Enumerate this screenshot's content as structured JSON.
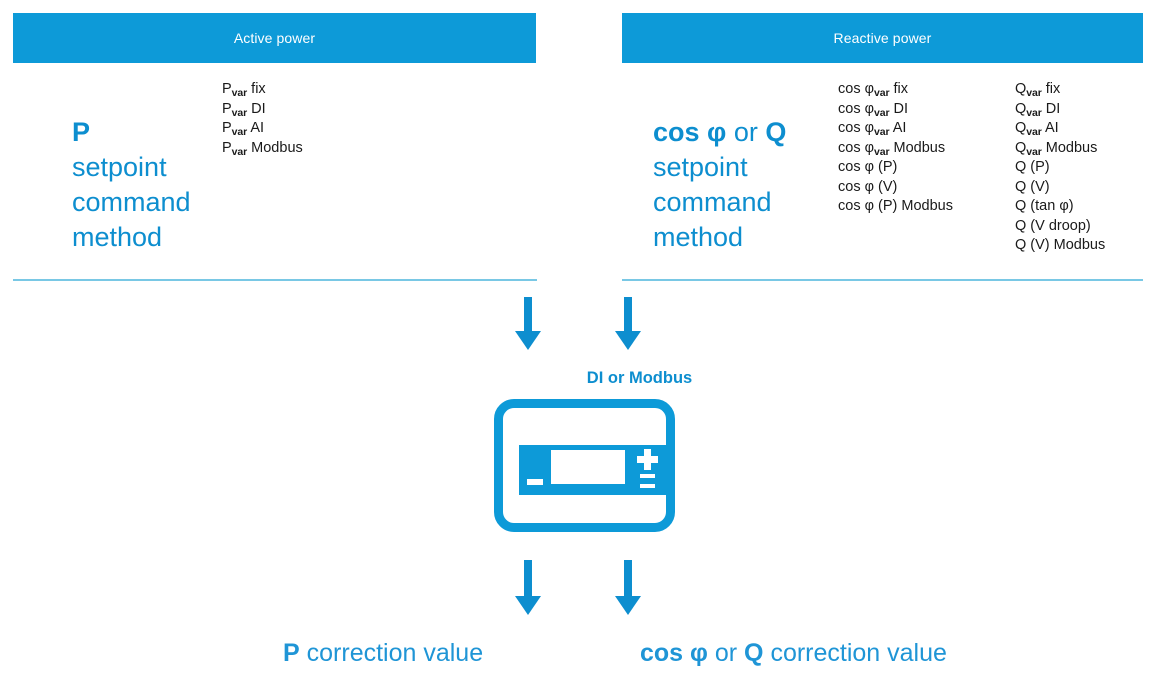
{
  "colors": {
    "header_bar": "#0d9ad8",
    "title_blue": "#0d8ecf",
    "divider_blue": "#79c8e5",
    "result_blue": "#1f95d6",
    "list_text": "#1a1a1a"
  },
  "panels": {
    "active": {
      "header": "Active power",
      "title_prefix": "P",
      "title_rest": "\nsetpoint\ncommand\nmethod",
      "options": [
        {
          "base": "P",
          "sub": "var",
          "suffix": " fix"
        },
        {
          "base": "P",
          "sub": "var",
          "suffix": " DI"
        },
        {
          "base": "P",
          "sub": "var",
          "suffix": " AI"
        },
        {
          "base": "P",
          "sub": "var",
          "suffix": " Modbus"
        }
      ]
    },
    "reactive": {
      "header": "Reactive power",
      "title_prefix_a": "cos φ",
      "title_mid": " or ",
      "title_prefix_b": "Q",
      "title_rest": "\nsetpoint\ncommand\nmethod",
      "options_cosphi": [
        {
          "base": "cos φ",
          "sub": "var",
          "suffix": " fix"
        },
        {
          "base": "cos φ",
          "sub": "var",
          "suffix": " DI"
        },
        {
          "base": "cos φ",
          "sub": "var",
          "suffix": " AI"
        },
        {
          "base": "cos φ",
          "sub": "var",
          "suffix": " Modbus"
        },
        {
          "base": "cos φ (P)",
          "sub": "",
          "suffix": ""
        },
        {
          "base": "cos φ (V)",
          "sub": "",
          "suffix": ""
        },
        {
          "base": "cos φ (P) Modbus",
          "sub": "",
          "suffix": ""
        }
      ],
      "options_q": [
        {
          "base": "Q",
          "sub": "var",
          "suffix": " fix"
        },
        {
          "base": "Q",
          "sub": "var",
          "suffix": " DI"
        },
        {
          "base": "Q",
          "sub": "var",
          "suffix": " AI"
        },
        {
          "base": "Q",
          "sub": "var",
          "suffix": " Modbus"
        },
        {
          "base": "Q (P)",
          "sub": "",
          "suffix": ""
        },
        {
          "base": "Q (V)",
          "sub": "",
          "suffix": ""
        },
        {
          "base": "Q (tan φ)",
          "sub": "",
          "suffix": ""
        },
        {
          "base": "Q (V droop)",
          "sub": "",
          "suffix": ""
        },
        {
          "base": "Q (V) Modbus",
          "sub": "",
          "suffix": ""
        }
      ]
    }
  },
  "middle": {
    "interface_label": "DI or Modbus",
    "device_icon": "controller-device-icon"
  },
  "results": {
    "left_bold": "P",
    "left_rest": " correction value",
    "right_bold_a": "cos φ",
    "right_mid": " or ",
    "right_bold_b": "Q",
    "right_rest": " correction value"
  },
  "arrows": {
    "top_left": "down-arrow-icon",
    "top_right": "down-arrow-icon",
    "bottom_left": "down-arrow-icon",
    "bottom_right": "down-arrow-icon"
  }
}
